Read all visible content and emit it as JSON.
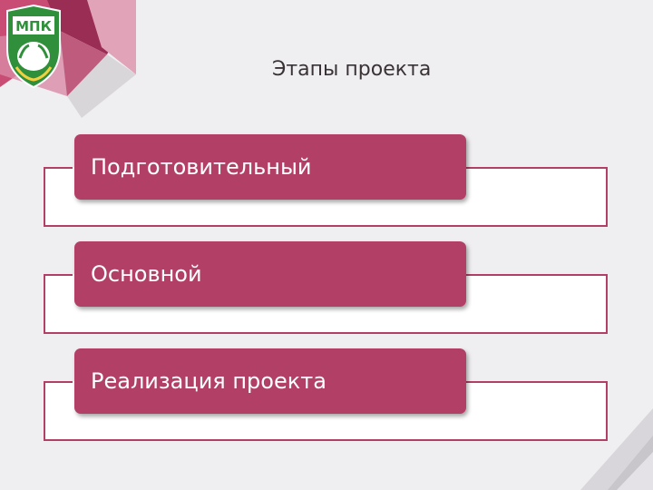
{
  "logo": {
    "text": "МПК"
  },
  "title": "Этапы проекта",
  "stages": [
    {
      "label": "Подготовительный"
    },
    {
      "label": "Основной"
    },
    {
      "label": "Реализация проекта"
    }
  ],
  "colors": {
    "background": "#efeef0",
    "accent": "#b23f65",
    "title_text": "#3a3336",
    "stage_text": "#ffffff"
  }
}
